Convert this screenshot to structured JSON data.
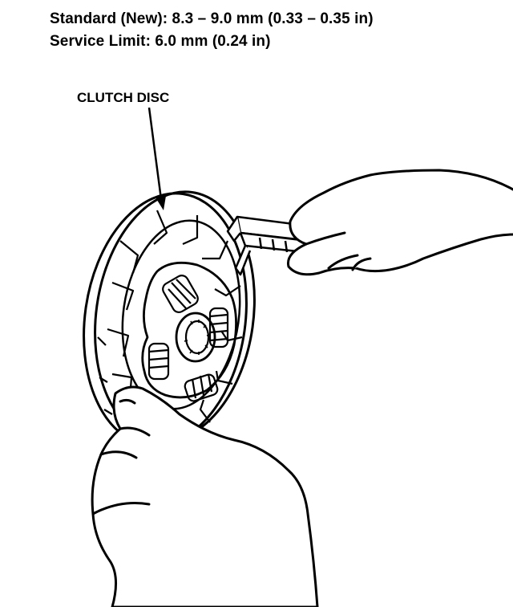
{
  "specs": {
    "standard": "Standard (New): 8.3 – 9.0 mm (0.33 – 0.35 in)",
    "service_limit": "Service Limit: 6.0 mm (0.24 in)"
  },
  "illustration": {
    "callout_label": "CLUTCH DISC",
    "line_color": "#000000",
    "background": "#ffffff"
  }
}
